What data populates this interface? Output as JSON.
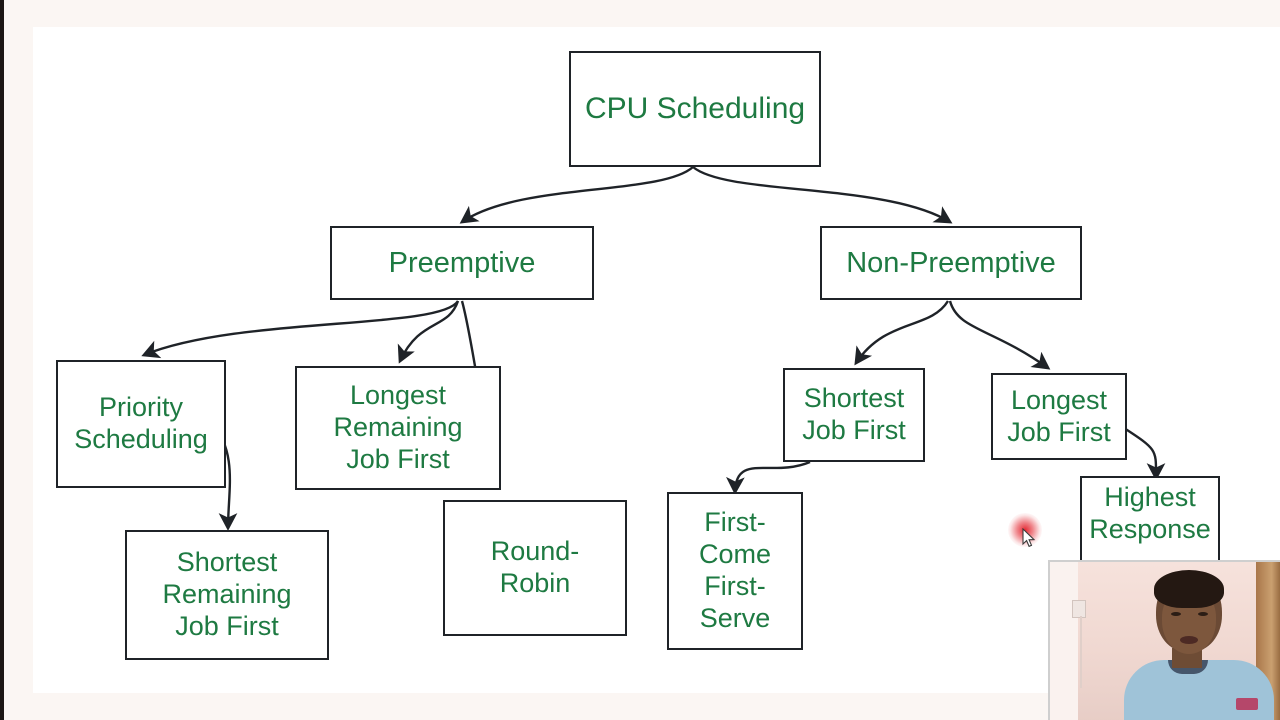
{
  "slide": {
    "title": "CPU Scheduling",
    "background_color": "#ffffff",
    "page_border_color": "#fbf6f3",
    "text_color": "#1e7a42",
    "box_border_color": "#1f2328"
  },
  "diagram": {
    "type": "tree",
    "root": {
      "id": "cpu-scheduling",
      "label": "CPU Scheduling"
    },
    "level2": [
      {
        "id": "preemptive",
        "label": "Preemptive"
      },
      {
        "id": "non-preemptive",
        "label": "Non-Preemptive"
      }
    ],
    "preemptive_children": [
      {
        "id": "priority-scheduling",
        "label": "Priority\nScheduling"
      },
      {
        "id": "longest-remaining-job-first",
        "label": "Longest\nRemaining\nJob First"
      },
      {
        "id": "round-robin",
        "label": "Round-\nRobin"
      }
    ],
    "preemptive_grandchildren": [
      {
        "id": "shortest-remaining-job-first",
        "label": "Shortest\nRemaining\nJob First",
        "parent": "priority-scheduling"
      }
    ],
    "non_preemptive_children": [
      {
        "id": "shortest-job-first",
        "label": "Shortest\nJob First"
      },
      {
        "id": "longest-job-first",
        "label": "Longest\nJob First"
      }
    ],
    "non_preemptive_grandchildren": [
      {
        "id": "first-come-first-serve",
        "label": "First-\nCome\nFirst-\nServe",
        "parent": "shortest-job-first"
      },
      {
        "id": "highest-response",
        "label": "Highest\nResponse",
        "parent": "longest-job-first"
      }
    ]
  },
  "overlay": {
    "webcam_label": "presenter-webcam",
    "cursor_label": "mouse-pointer",
    "click_highlight_color": "#e21e28"
  }
}
